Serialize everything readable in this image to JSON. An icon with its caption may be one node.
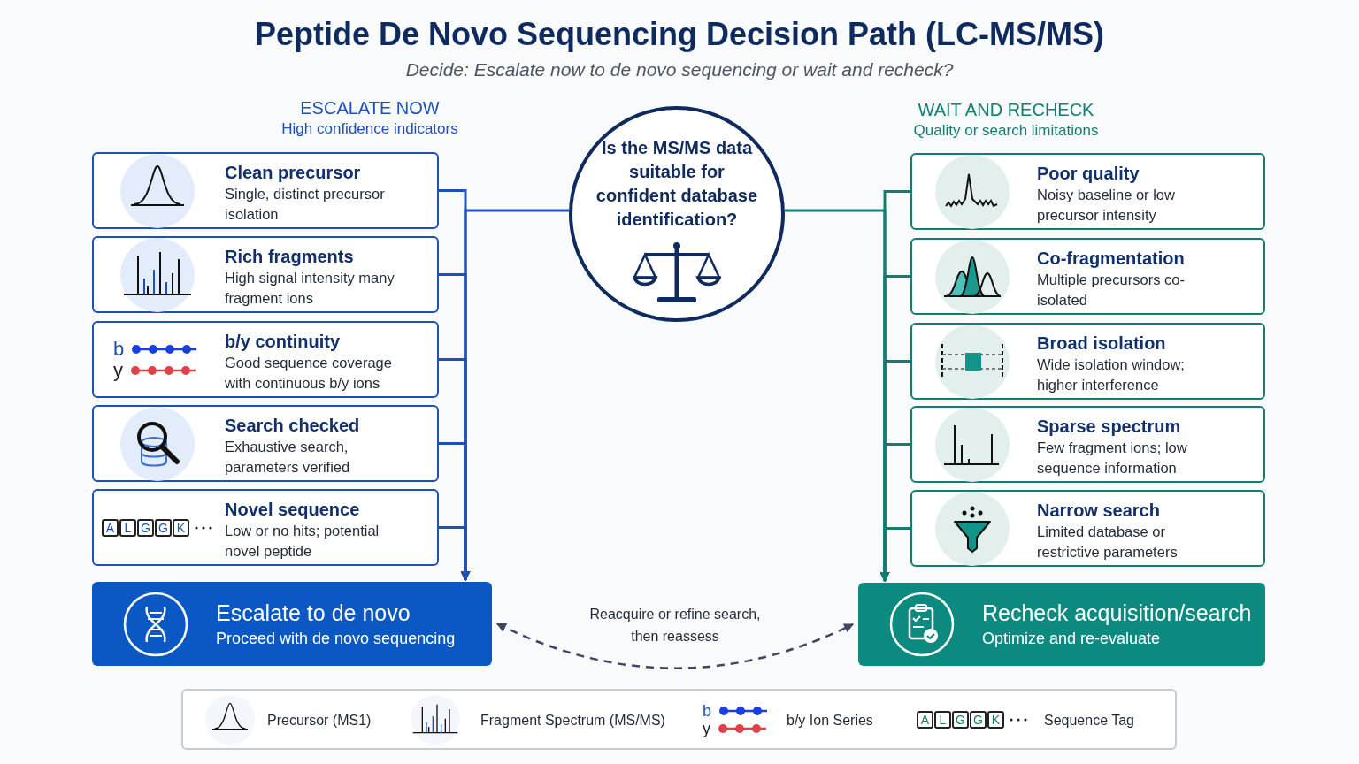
{
  "diagram": {
    "title": "Peptide De Novo Sequencing Decision Path (LC-MS/MS)",
    "caption": "Decide: Escalate now to de novo sequencing or wait and recheck?",
    "nodes": [
      {
        "text": [
          "Is the MS/MS data suitable for confident database identification?"
        ]
      },
      {
        "text": [
          "Clean precursor",
          "Single, distinct precursor isolation"
        ]
      },
      {
        "text": [
          "Rich fragments",
          "High signal intensity many fragment ions"
        ]
      },
      {
        "text": [
          "b/y continuity",
          "Good sequence coverage with continuous b/y ions"
        ]
      },
      {
        "text": [
          "Search checked",
          "Exhaustive search, parameters verified"
        ]
      },
      {
        "text": [
          "Novel sequence",
          "Low or no hits; potential novel peptide"
        ]
      },
      {
        "text": [
          "Poor quality",
          "Noisy baseline or low precursor intensity"
        ]
      },
      {
        "text": [
          "Co-fragmentation",
          "Multiple precursors co-isolated"
        ]
      },
      {
        "text": [
          "Broad isolation",
          "Wide isolation window; higher interference"
        ]
      },
      {
        "text": [
          "Sparse spectrum",
          "Few fragment ions; low sequence information"
        ]
      },
      {
        "text": [
          "Narrow search",
          "Limited database or restrictive parameters"
        ]
      },
      {
        "text": [
          "Escalate to de novo",
          "Proceed with de novo sequencing"
        ]
      },
      {
        "text": [
          "Recheck acquisition/search",
          "Optimize and re-evaluate"
        ]
      }
    ],
    "edges": [
      {
        "from": 0,
        "to": 11,
        "arrow": "to"
      },
      {
        "from": 1,
        "to": 11,
        "arrow": "to"
      },
      {
        "from": 2,
        "to": 11,
        "arrow": "to"
      },
      {
        "from": 3,
        "to": 11,
        "arrow": "to"
      },
      {
        "from": 4,
        "to": 11,
        "arrow": "to"
      },
      {
        "from": 5,
        "to": 11,
        "arrow": "to"
      },
      {
        "from": 0,
        "to": 12,
        "arrow": "to",
        "color": "#127d72"
      },
      {
        "from": 6,
        "to": 12,
        "arrow": "to",
        "color": "#127d72"
      },
      {
        "from": 7,
        "to": 12,
        "arrow": "to",
        "color": "#127d72"
      },
      {
        "from": 8,
        "to": 12,
        "arrow": "to",
        "color": "#127d72"
      },
      {
        "from": 9,
        "to": 12,
        "arrow": "to",
        "color": "#127d72"
      },
      {
        "from": 10,
        "to": 12,
        "arrow": "to",
        "color": "#127d72"
      },
      {
        "from": 11,
        "to": 12,
        "arrow": "both",
        "label": "Reacquire or refine search, then reassess",
        "style": "dashed",
        "color": "#3d4663"
      }
    ],
    "labels": [
      "ESCALATE NOW",
      "High confidence indicators",
      "WAIT AND RECHECK",
      "Quality or search limitations",
      "b",
      "y",
      "A",
      "L",
      "G",
      "G",
      "K",
      "b",
      "y",
      "A",
      "L",
      "G",
      "G",
      "K"
    ],
    "legend": [
      {
        "text": "Precursor (MS1)"
      },
      {
        "text": "Fragment Spectrum (MS/MS)"
      },
      {
        "text": "b/y Ion Series"
      },
      {
        "text": "Sequence Tag"
      }
    ]
  }
}
